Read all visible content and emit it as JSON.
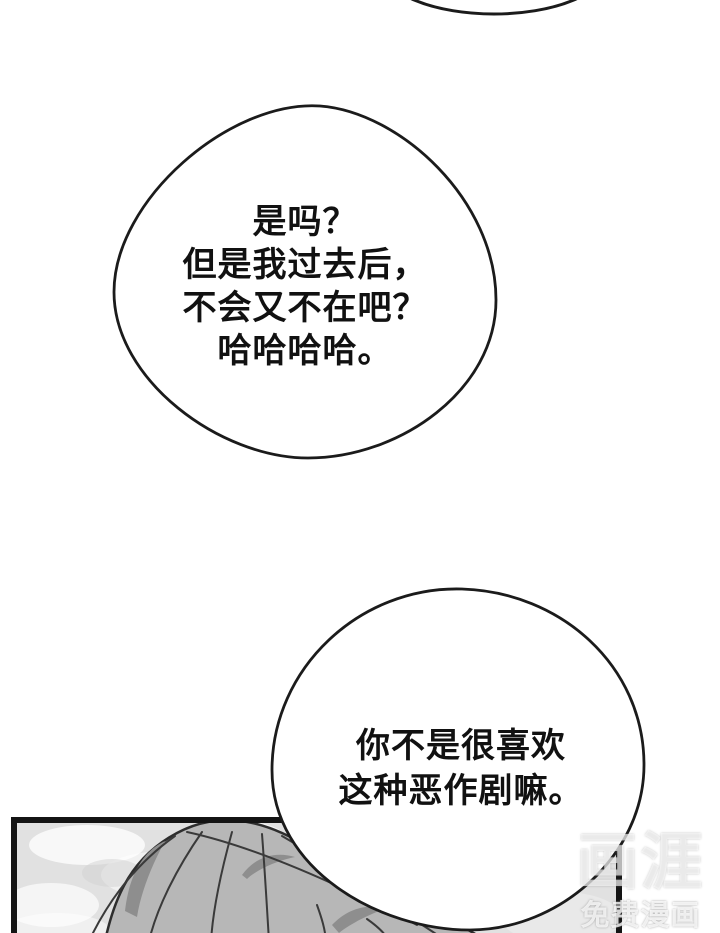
{
  "comic": {
    "bubble_middle": {
      "lines": [
        "是吗？",
        "但是我过去后，",
        "不会又不在吧？",
        "哈哈哈哈。"
      ]
    },
    "bubble_bottom": {
      "lines": [
        "你不是很喜欢",
        "这种恶作剧嘛。"
      ]
    }
  },
  "watermark": {
    "logo": "画涯",
    "caption": "免费漫画"
  },
  "colors": {
    "paper": "#ffffff",
    "ink": "#1b1b1b",
    "text": "#111111",
    "panel_border": "#141414",
    "sky": "#e1e1e1",
    "cloud": "#ffffff",
    "hair_base": "#b7b7b7",
    "hair_shadow": "#8e8e8e",
    "watermark_white": "#ffffff"
  }
}
